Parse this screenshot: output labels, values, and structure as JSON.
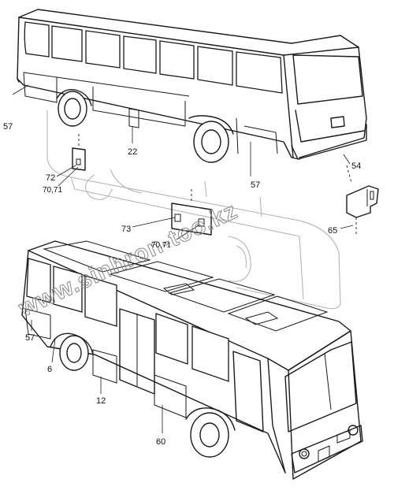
{
  "callouts": {
    "c57_top": "57",
    "c22": "22",
    "c72": "72",
    "c7071_left": "70,71",
    "c57_rear": "57",
    "c54": "54",
    "c65": "65",
    "c73": "73",
    "c7071_mid": "70,71",
    "c57_bottom": "57",
    "c6": "6",
    "c12": "12",
    "c60": "60"
  },
  "watermark": "www.sinhron-too.kz",
  "colors": {
    "line": "#1a1a1a",
    "ghost": "#b5b5b5",
    "watermark": "#8a8a8a",
    "background": "#ffffff"
  }
}
